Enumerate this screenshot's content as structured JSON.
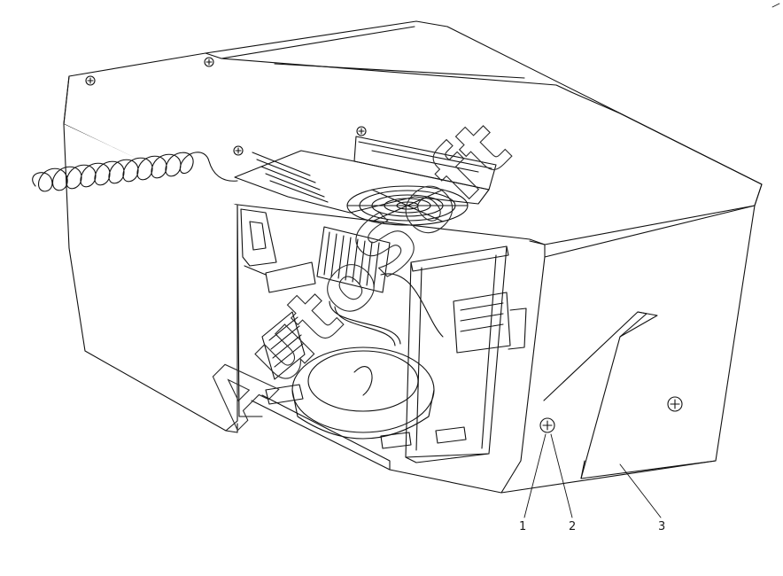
{
  "figure": {
    "watermark": "AutoSoft",
    "callouts": [
      {
        "id": "1",
        "label": "1"
      },
      {
        "id": "2",
        "label": "2"
      },
      {
        "id": "3",
        "label": "3"
      }
    ]
  }
}
